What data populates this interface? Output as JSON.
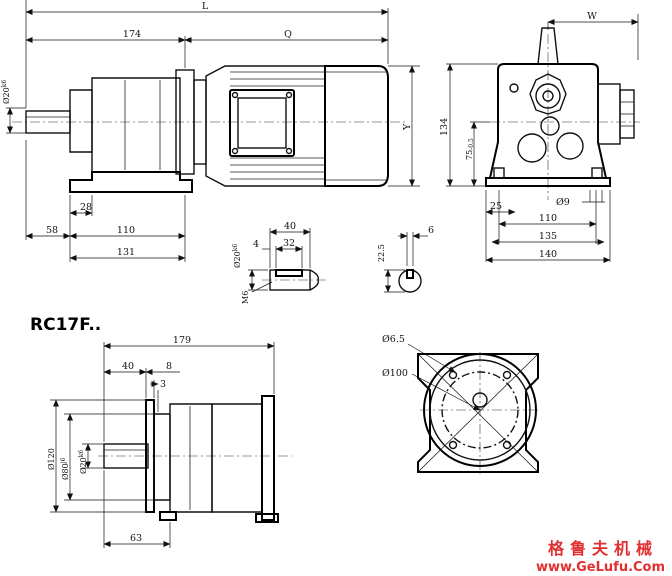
{
  "model_title": "RC17F..",
  "watermark": {
    "cn": "格鲁夫机械",
    "url": "www.GeLufu.Com"
  },
  "dims": {
    "L": "L",
    "174": "174",
    "Q": "Q",
    "W": "W",
    "shaft_d20": "Ø20",
    "shaft_tol": "k6",
    "28": "28",
    "110": "110",
    "58": "58",
    "131": "131",
    "Y": "Y",
    "134": "134",
    "75": "75",
    "75_tol": "-0.5",
    "25": "25",
    "d9": "Ø9",
    "110b": "110",
    "135": "135",
    "140": "140",
    "40": "40",
    "4": "4",
    "32": "32",
    "M6": "M6",
    "d20k6": "Ø20",
    "d20k6_tol": "k6",
    "22_5": "22.5",
    "6": "6",
    "179": "179",
    "40b": "40",
    "8": "8",
    "3": "3",
    "d120": "Ø120",
    "d80": "Ø80",
    "d80_tol": "j6",
    "d20b": "Ø20",
    "d20b_tol": "k6",
    "63": "63",
    "d6_5": "Ø6.5",
    "d100": "Ø100"
  }
}
